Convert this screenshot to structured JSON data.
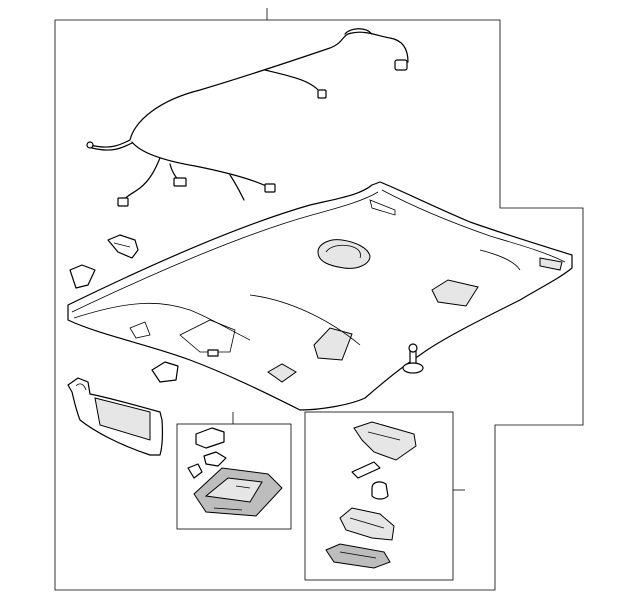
{
  "diagram": {
    "labels": [],
    "colors": {
      "line": "#000000",
      "background": "#ffffff",
      "shade": "#e6e6e6",
      "dark_shade": "#bdbdbd"
    },
    "parts": [
      "headliner-panel",
      "wiring-harness",
      "sun-visor",
      "visor-clip",
      "retainer-clip",
      "bracket",
      "push-pin-fastener",
      "dome-lamp-assembly",
      "console-assembly"
    ]
  }
}
